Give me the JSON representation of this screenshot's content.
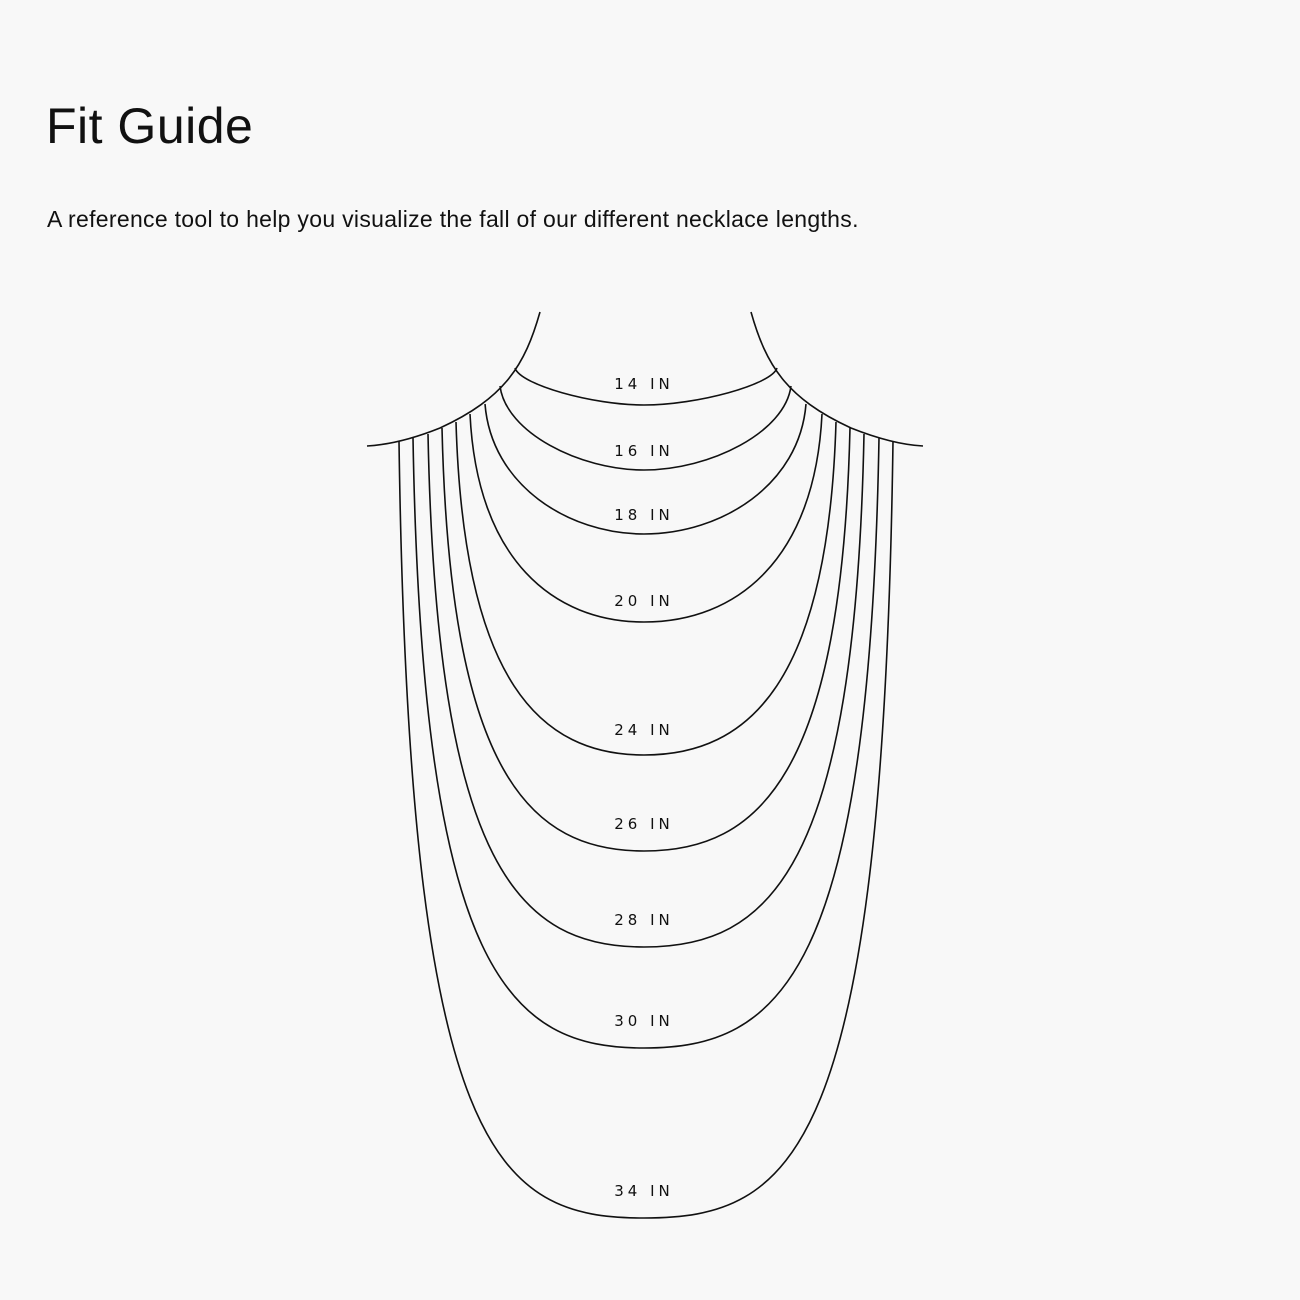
{
  "header": {
    "title": "Fit Guide",
    "subtitle": "A reference tool to help you visualize the fall of our different necklace lengths."
  },
  "diagram": {
    "unit": "IN",
    "lengths": [
      {
        "value": 14,
        "label": "14 IN"
      },
      {
        "value": 16,
        "label": "16 IN"
      },
      {
        "value": 18,
        "label": "18 IN"
      },
      {
        "value": 20,
        "label": "20 IN"
      },
      {
        "value": 24,
        "label": "24 IN"
      },
      {
        "value": 26,
        "label": "26 IN"
      },
      {
        "value": 28,
        "label": "28 IN"
      },
      {
        "value": 30,
        "label": "30 IN"
      },
      {
        "value": 34,
        "label": "34 IN"
      }
    ],
    "colors": {
      "line": "#111111",
      "background": "#f8f8f8"
    }
  }
}
